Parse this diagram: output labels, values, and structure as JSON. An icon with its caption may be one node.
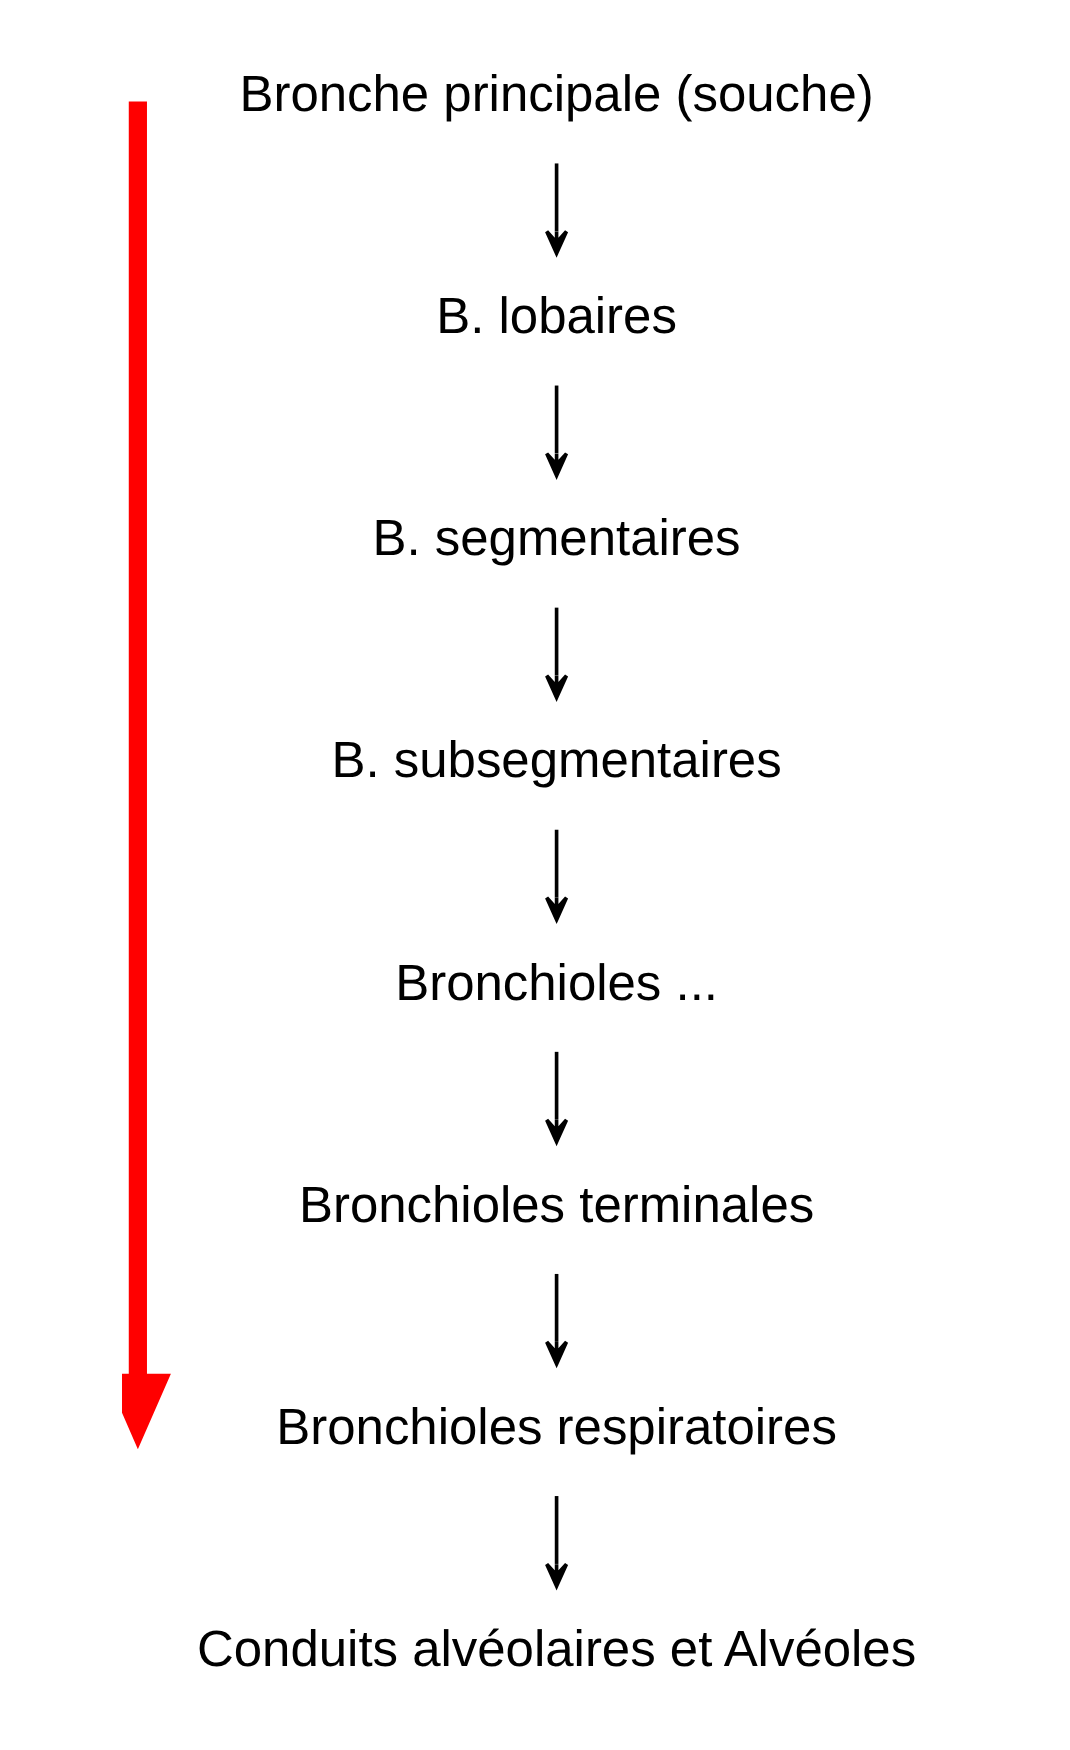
{
  "diagram": {
    "nodes": [
      {
        "text": [
          "Bronche principale (souche)"
        ]
      },
      {
        "text": [
          "B. lobaires"
        ]
      },
      {
        "text": [
          "B. segmentaires"
        ]
      },
      {
        "text": [
          "B. subsegmentaires"
        ]
      },
      {
        "text": [
          "Bronchioles ..."
        ]
      },
      {
        "text": [
          "Bronchioles terminales"
        ]
      },
      {
        "text": [
          "Bronchioles respiratoires"
        ]
      },
      {
        "text": [
          "Conduits alvéolaires et Alvéoles"
        ]
      }
    ],
    "edges": [
      {
        "from": 0,
        "to": 1,
        "arrow": "to"
      },
      {
        "from": 1,
        "to": 2,
        "arrow": "to"
      },
      {
        "from": 2,
        "to": 3,
        "arrow": "to"
      },
      {
        "from": 3,
        "to": 4,
        "arrow": "to"
      },
      {
        "from": 4,
        "to": 5,
        "arrow": "to"
      },
      {
        "from": 5,
        "to": 6,
        "arrow": "to"
      },
      {
        "from": 6,
        "to": 7,
        "arrow": "to"
      }
    ]
  }
}
